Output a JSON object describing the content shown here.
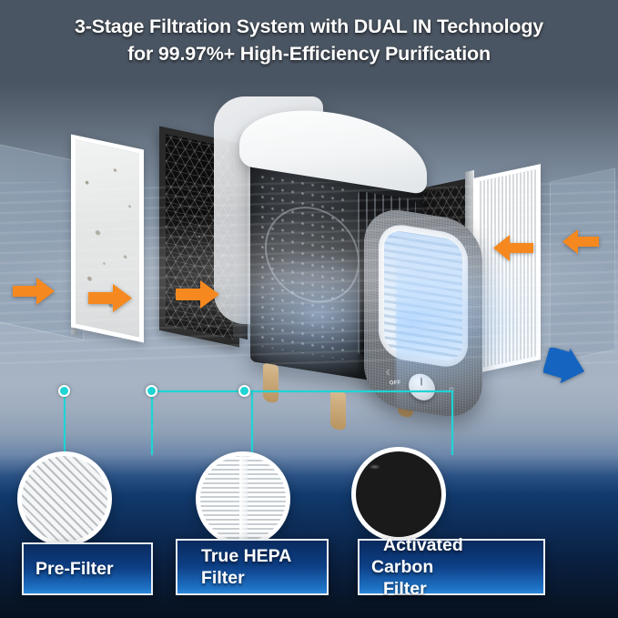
{
  "header": {
    "title_line1": "3-Stage Filtration System with DUAL IN Technology",
    "title_line2": "for 99.97%+ High-Efficiency Purification",
    "text_color": "#ffffff",
    "background_color": "#4a5563"
  },
  "colors": {
    "accent_teal": "#1fd4d4",
    "airflow_in_arrow": "#f5891f",
    "airflow_out_arrow": "#1565c0",
    "label_box_dark": "#0a2a5e",
    "label_box_light": "#2a86d8",
    "label_border": "#e9eef5",
    "scene_background": "#a3b1c2",
    "footer_background": "#081628"
  },
  "diagram": {
    "alt": "Exploded view of a 3-stage air purifier showing filter layers on both sides of the unit",
    "left_stack": [
      {
        "name": "dirty-air-plane",
        "description": "incoming polluted air plane with dust and allergen particles"
      },
      {
        "name": "pre-filter-panel",
        "description": "white framed pre-filter capturing large dust particles"
      },
      {
        "name": "carbon-honeycomb-panel",
        "description": "dark honeycomb activated carbon panel"
      }
    ],
    "right_stack": [
      {
        "name": "carbon-panel-right",
        "description": "dark honeycomb activated carbon panel"
      },
      {
        "name": "hepa-panel-right",
        "description": "white pleated true HEPA panel"
      },
      {
        "name": "clean-air-plane",
        "description": "outgoing purified air plane"
      }
    ],
    "unit": {
      "name": "air-purifier-body",
      "front_panel": "gray fabric front with louvered air outlet",
      "control_knob_label": "OFF",
      "icons": [
        "moon-icon",
        "sun-icon"
      ]
    },
    "arrows": {
      "inbound_count": 5,
      "outbound_count": 1,
      "inbound_direction": "toward unit",
      "outbound_direction": "out of unit"
    }
  },
  "stages": [
    {
      "id": "pre-filter",
      "label": "Pre-Filter",
      "sample_icon": "mesh-screen-icon",
      "sample_description": "woven mesh screen"
    },
    {
      "id": "true-hepa-filter",
      "label": "True HEPA\nFilter",
      "label_line1": "True HEPA",
      "label_line2": "Filter",
      "sample_icon": "pleated-media-icon",
      "sample_description": "white pleated HEPA media"
    },
    {
      "id": "activated-carbon-filter",
      "label": "Activated Carbon\nFilter",
      "label_line1": "Activated Carbon",
      "label_line2": "Filter",
      "sample_icon": "carbon-granules-icon",
      "sample_description": "black activated carbon granules"
    }
  ]
}
